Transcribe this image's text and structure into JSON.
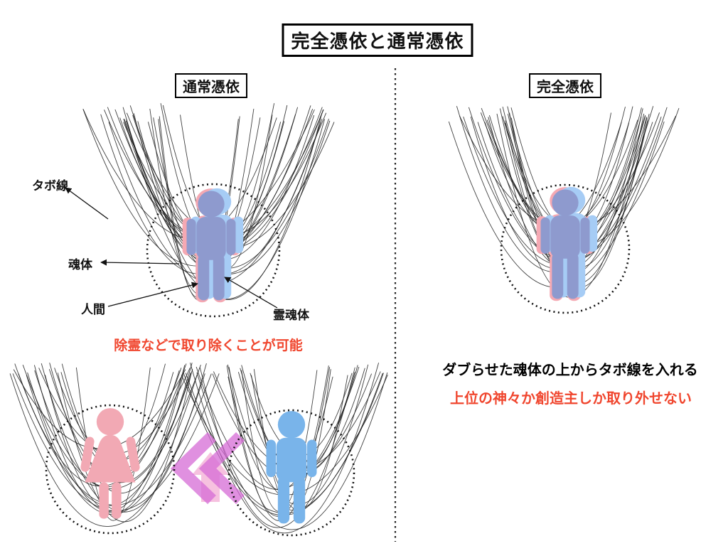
{
  "title": "完全憑依と通常憑依",
  "left": {
    "header": "通常憑依",
    "labels": {
      "tabo_line": "タボ線",
      "soul_body": "魂体",
      "human": "人間",
      "spirit_soul_body": "霊魂体"
    },
    "note": "除霊などで取り除くことが可能"
  },
  "right": {
    "header": "完全憑依",
    "line1": "ダブらせた魂体の上からタボ線を入れる",
    "line2": "上位の神々か創造主しか取り外せない"
  },
  "colors": {
    "note_red": "#f0462e",
    "figure_purple": "#8e9ace",
    "soul_pink": "#f5a9b3",
    "soul_blue": "#a6ccf5",
    "female_pink": "#f2a9b4",
    "male_blue": "#79b4ea",
    "arrow_orchid": "#d66bd6",
    "arrow_pink": "#f6bedd"
  }
}
